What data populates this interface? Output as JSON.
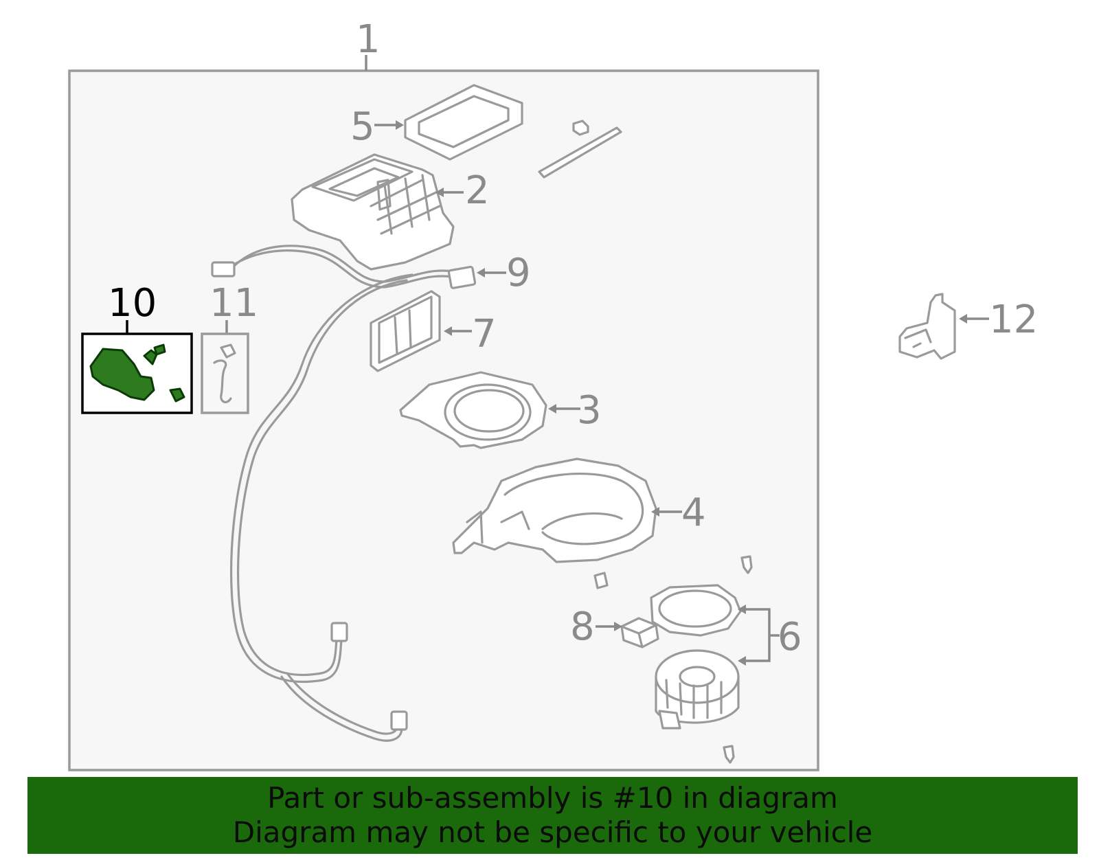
{
  "diagram": {
    "callouts": {
      "c1": "1",
      "c2": "2",
      "c3": "3",
      "c4": "4",
      "c5": "5",
      "c6": "6",
      "c7": "7",
      "c8": "8",
      "c9": "9",
      "c10": "10",
      "c11": "11",
      "c12": "12"
    },
    "highlighted_part": "10",
    "colors": {
      "highlight": "#2d7a1f",
      "outline": "#9a9a9a",
      "banner": "#1a6a0c",
      "panel": "#f7f7f7"
    }
  },
  "banner": {
    "line1": "Part or sub-assembly is #10 in diagram",
    "line2": "Diagram may not be specific to your vehicle"
  }
}
